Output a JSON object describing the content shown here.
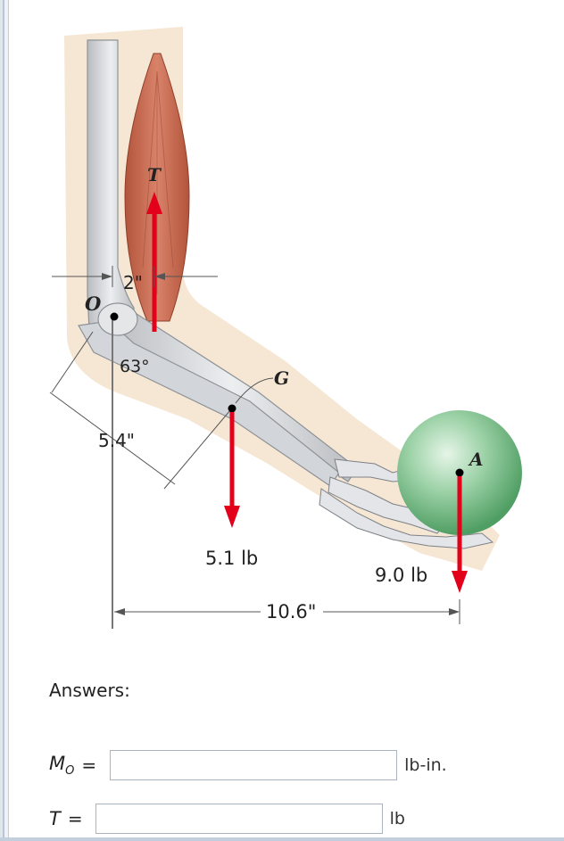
{
  "figure": {
    "label_T": "T",
    "label_O": "O",
    "label_G": "G",
    "label_A": "A",
    "dim_2in": "2\"",
    "angle": "63°",
    "dim_5_4": "5.4\"",
    "force_G": "5.1 lb",
    "force_A": "9.0 lb",
    "dim_10_6": "10.6\""
  },
  "answers": {
    "title": "Answers:",
    "mo_symbol": "M",
    "mo_sub": "O",
    "mo_equals": "=",
    "mo_value": "",
    "mo_unit": "lb-in.",
    "t_symbol": "T",
    "t_equals": "=",
    "t_value": "",
    "t_unit": "lb"
  },
  "colors": {
    "force_arrow": "#e2001a",
    "muscle": "#c96a4e",
    "skin": "#f3e3cf",
    "ball": "#8cc79b",
    "bone": "#d9dcdf"
  }
}
